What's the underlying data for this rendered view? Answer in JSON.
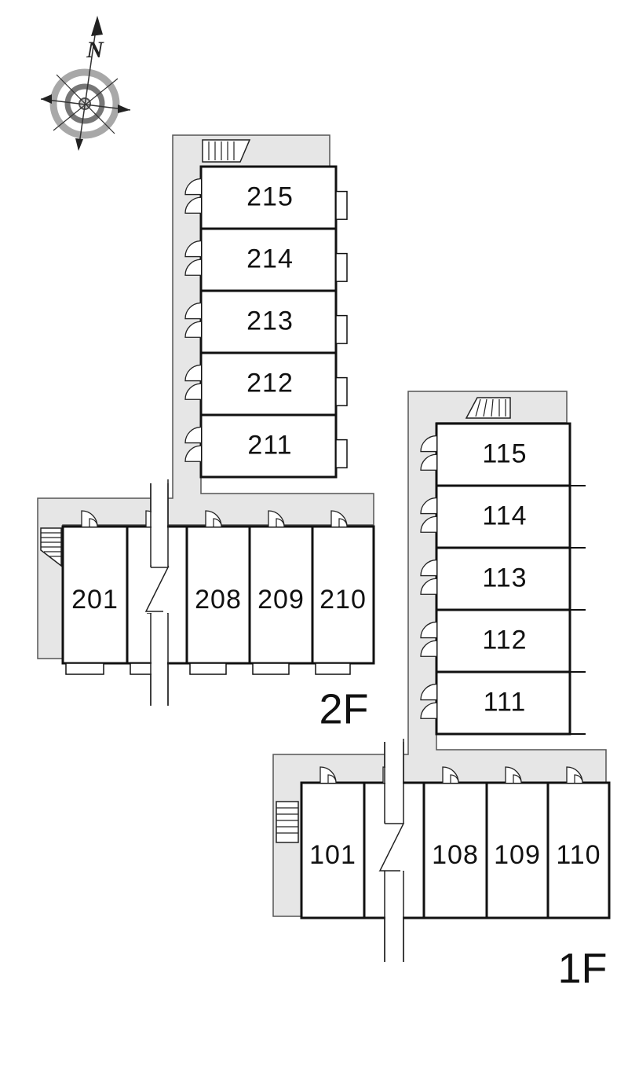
{
  "compass": {
    "label": "N",
    "icon": "compass-icon"
  },
  "colors": {
    "corridor": "#e6e6e6",
    "line": "#111111",
    "compass_ring": "#9a9a9a"
  },
  "floor_2": {
    "label": "2F",
    "vertical_units": [
      "215",
      "214",
      "213",
      "212",
      "211"
    ],
    "horizontal_units": [
      "201",
      "",
      "208",
      "209",
      "210"
    ]
  },
  "floor_1": {
    "label": "1F",
    "vertical_units": [
      "115",
      "114",
      "113",
      "112",
      "111"
    ],
    "horizontal_units": [
      "101",
      "",
      "108",
      "109",
      "110"
    ]
  }
}
